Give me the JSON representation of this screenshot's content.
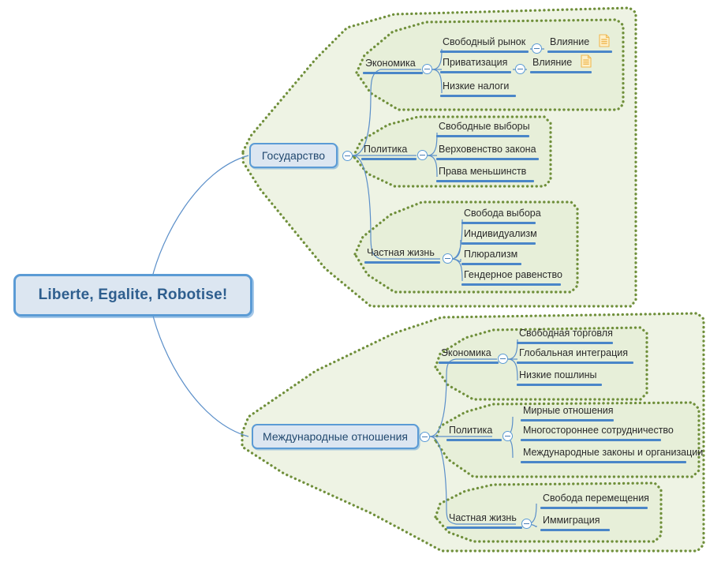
{
  "document": {
    "type": "mind-map",
    "background": "#ffffff",
    "theme": {
      "node_fill": "#dce6f1",
      "node_border": "#5b9bd5",
      "root_text": "#2e5e8e",
      "leaf_rule": "#4a86c8",
      "boundary_stroke": "#6f8f3a",
      "boundary_fill": "#e9efdd",
      "edge_stroke": "#5b8fc9",
      "note_icon": "#f0b952"
    }
  },
  "root": {
    "label": "Liberte, Egalite, Robotise!"
  },
  "branches": [
    {
      "id": "gosudarstvo",
      "label": "Государство",
      "groups": [
        {
          "id": "gos-ekonomika",
          "label": "Экономика",
          "items": [
            {
              "label": "Свободный рынок",
              "child": {
                "label": "Влияние",
                "note": "note-icon"
              }
            },
            {
              "label": "Приватизация",
              "child": {
                "label": "Влияние",
                "note": "note-icon"
              }
            },
            {
              "label": "Низкие налоги"
            }
          ]
        },
        {
          "id": "gos-politika",
          "label": "Политика",
          "items": [
            {
              "label": "Свободные выборы"
            },
            {
              "label": "Верховенство закона"
            },
            {
              "label": "Права меньшинств"
            }
          ]
        },
        {
          "id": "gos-chastnaya",
          "label": "Частная жизнь",
          "items": [
            {
              "label": "Свобода выбора"
            },
            {
              "label": "Индивидуализм"
            },
            {
              "label": "Плюрализм"
            },
            {
              "label": "Гендерное равенство"
            }
          ]
        }
      ]
    },
    {
      "id": "mezhdunarodnye",
      "label": "Международные отношения",
      "groups": [
        {
          "id": "mo-ekonomika",
          "label": "Экономика",
          "items": [
            {
              "label": "Свободная торговля"
            },
            {
              "label": "Глобальная интеграция"
            },
            {
              "label": "Низкие пошлины"
            }
          ]
        },
        {
          "id": "mo-politika",
          "label": "Политика",
          "items": [
            {
              "label": "Мирные отношения"
            },
            {
              "label": "Многостороннее сотрудничество"
            },
            {
              "label": "Международные законы и организации"
            }
          ]
        },
        {
          "id": "mo-chastnaya",
          "label": "Частная жизнь",
          "items": [
            {
              "label": "Свобода перемещения"
            },
            {
              "label": "Иммиграция"
            }
          ]
        }
      ]
    }
  ]
}
